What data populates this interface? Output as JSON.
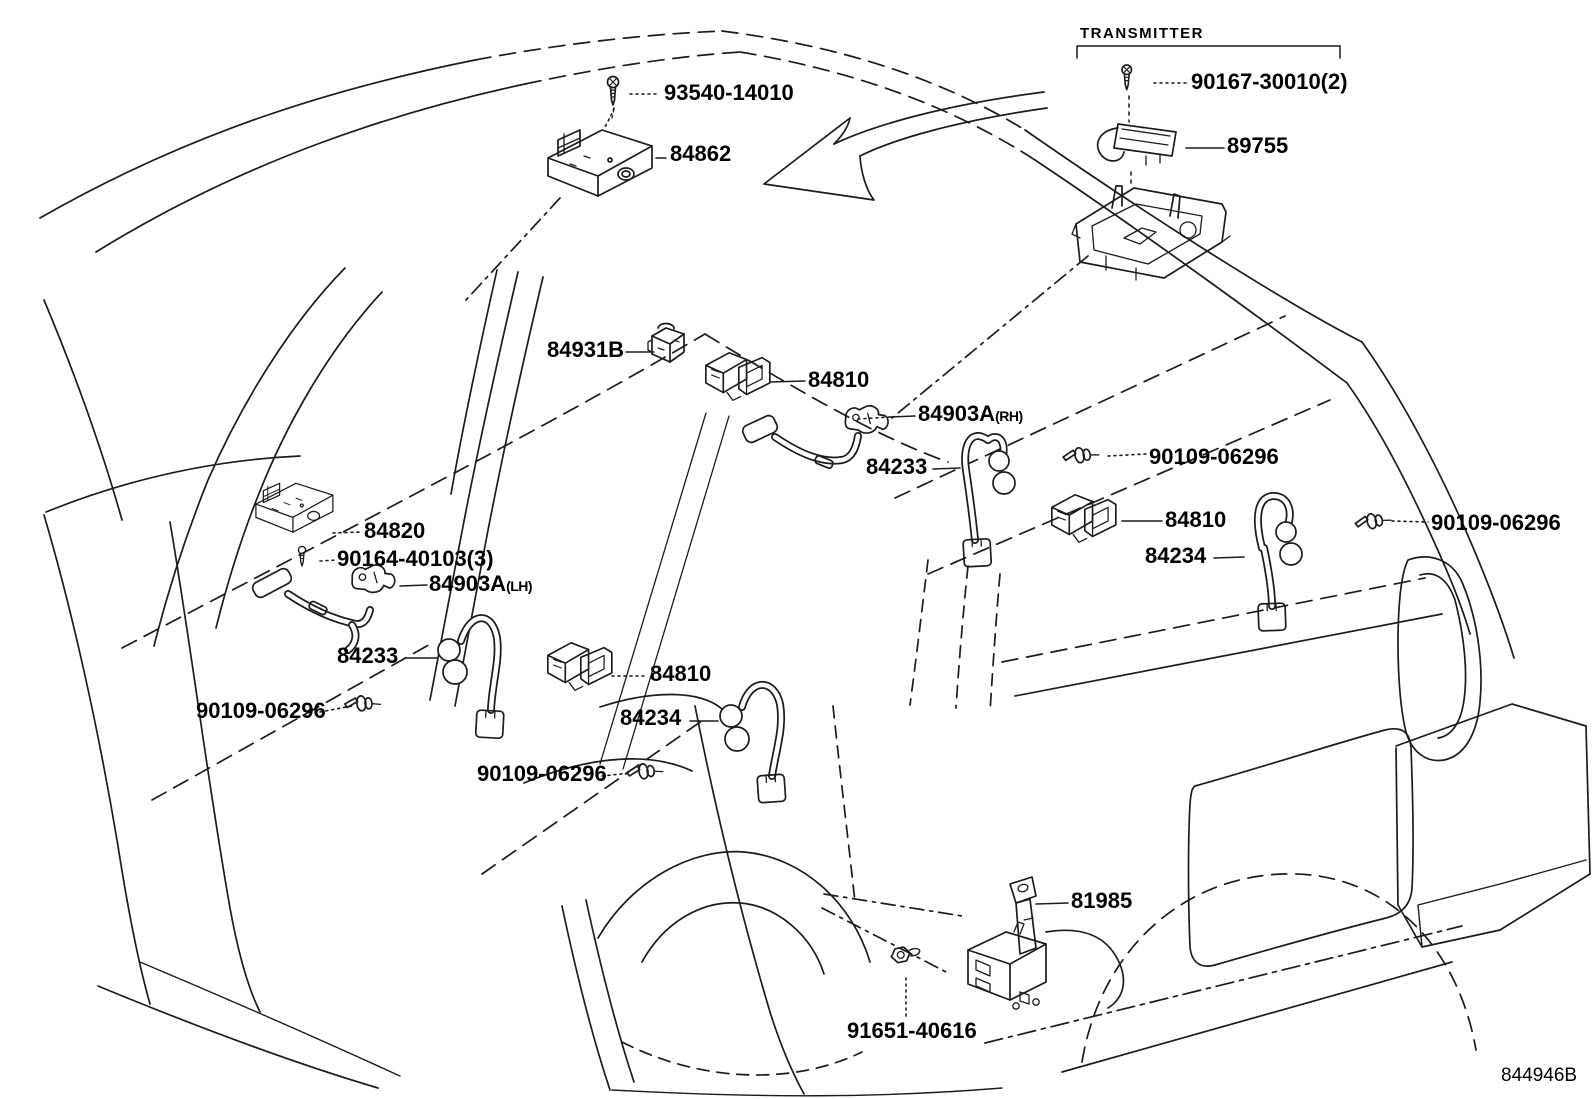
{
  "doc": {
    "code": "844946B"
  },
  "callouts": {
    "screw_roof": "93540-14010",
    "relay": "84862",
    "transmitter_caption": "TRANSMITTER",
    "screw_transmitter": "90167-30010(2)",
    "transmitter": "89755",
    "switch_small": "84931B",
    "switch_master": "84810",
    "wire": "84903A",
    "wire_rh_suffix": "(RH)",
    "wire_lh_suffix": "(LH)",
    "cable_front": "84233",
    "cable_rear": "84234",
    "screw_washer": "90109-06296",
    "switch_multiplex": "84820",
    "screw_multiplex": "90164-40103(3)",
    "bracket": "81985",
    "bolt": "91651-40616"
  },
  "colors": {
    "ink": "#000000",
    "paper": "#ffffff"
  }
}
